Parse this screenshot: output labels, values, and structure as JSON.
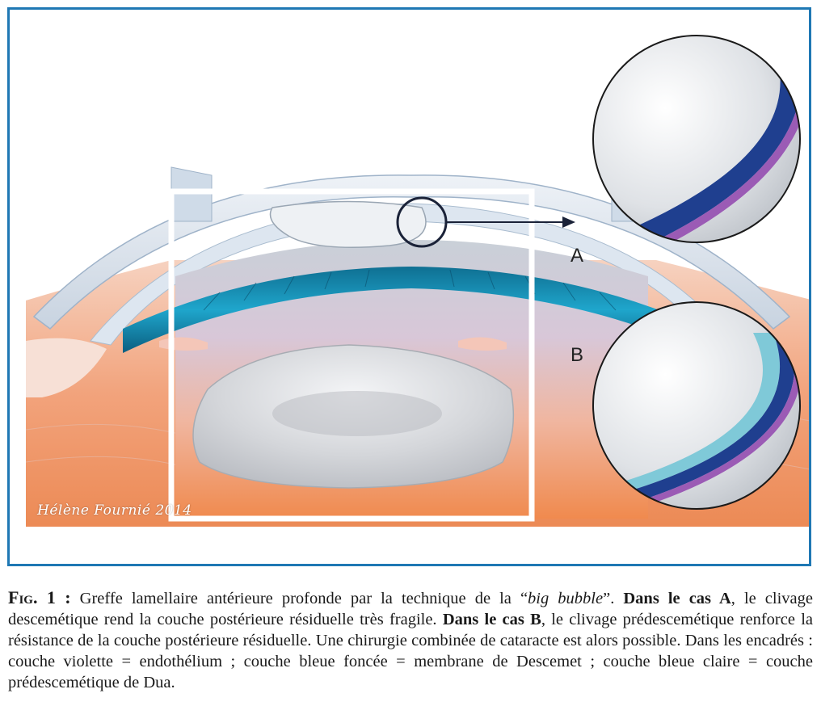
{
  "figure": {
    "label_a": "A",
    "label_b": "B",
    "signature": "Hélène Fournié 2014",
    "colors": {
      "frame": "#1f78b4",
      "iris": "#1aa0c4",
      "endothelium": "#9b5bb5",
      "descemet": "#1f3f8f",
      "dua_layer": "#7fc9d8",
      "cornea": "#dfe6ef",
      "tissue": "#f0a87a"
    }
  },
  "caption": {
    "fig_label": "Fig. 1 :",
    "text_1": " Greffe lamellaire antérieure profonde par la technique de la “",
    "italic_term": "big bubble",
    "text_2": "”. ",
    "bold_a": "Dans le cas A",
    "text_3": ", le clivage descemétique rend la couche postérieure résiduelle très fragile. ",
    "bold_b": "Dans le cas B",
    "text_4": ", le clivage prédescemétique renforce la résistance de la couche postérieure résiduelle. Une chirurgie combinée de cataracte est alors possible. Dans les encadrés : couche violette = endothélium ; couche bleue foncée = membrane de Descemet ; couche bleue claire = couche prédescemétique de Dua."
  }
}
